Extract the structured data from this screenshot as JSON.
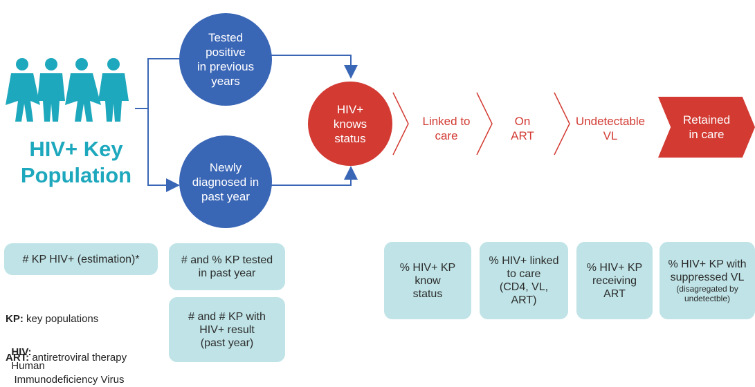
{
  "population": {
    "title": "HIV+ Key\nPopulation",
    "icon_color": "#1ea8bd",
    "estimate_box": "# KP HIV+ (estimation)*"
  },
  "circles": {
    "tested_positive": "Tested\npositive\nin previous\nyears",
    "newly_diagnosed": "Newly\ndiagnosed in\npast year",
    "knows_status": "HIV+\nknows\nstatus"
  },
  "cascade": [
    {
      "label": "Linked to\ncare"
    },
    {
      "label": "On\nART"
    },
    {
      "label": "Undetectable\nVL"
    },
    {
      "label": "Retained\nin care"
    }
  ],
  "indicators": {
    "tested_box": "# and % KP tested\nin past year",
    "result_box": "# and # KP with\nHIV+ result\n(past year)",
    "know_status": "% HIV+ KP\nknow\nstatus",
    "linked": "% HIV+ linked\nto care\n(CD4, VL,\nART)",
    "receiving": "% HIV+ KP\nreceiving\nART",
    "suppressed": "% HIV+ KP with\nsuppressed VL",
    "suppressed_sub": "(disagregated by\nundetectble)"
  },
  "legend": [
    {
      "abbr": "KP:",
      "text": "key populations"
    },
    {
      "abbr": "HIV:",
      "text": "Human\n   Immunodeficiency Virus"
    },
    {
      "abbr": "ART:",
      "text": "antiretroviral therapy"
    }
  ],
  "colors": {
    "blue": "#3a66b6",
    "red": "#d23a32",
    "teal": "#1ea8bd",
    "box": "#bfe3e6"
  }
}
